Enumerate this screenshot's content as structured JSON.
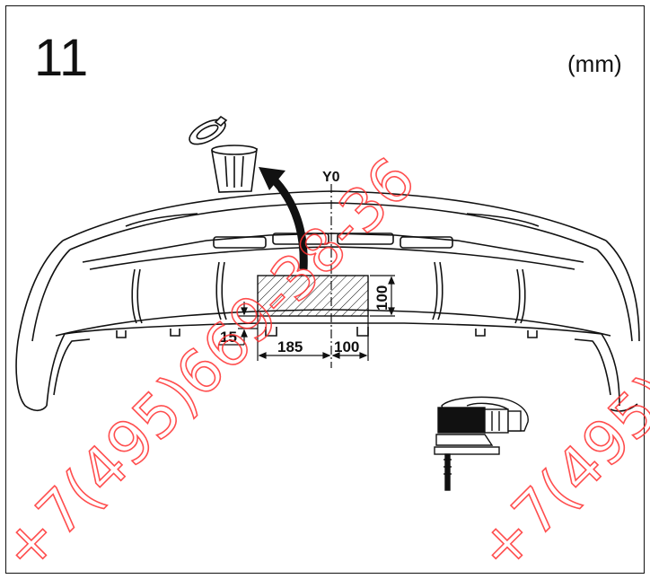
{
  "step": "11",
  "unit": "(mm)",
  "axis_label": "Y0",
  "dimensions": {
    "height": "100",
    "left_offset": "185",
    "right_offset": "100",
    "edge_offset": "15"
  },
  "watermark": {
    "text": "+7(495)669-38-36",
    "color": "#ff3030"
  },
  "icons": [
    "trash-can-icon",
    "jigsaw-tool-icon",
    "removal-arrow-icon"
  ]
}
